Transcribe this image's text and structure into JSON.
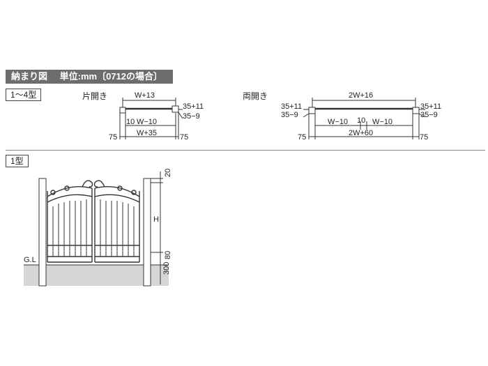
{
  "header": {
    "title": "納まり図",
    "unit": "単位:mm〔0712の場合〕"
  },
  "section_1_4": {
    "label": "1〜4型",
    "single": {
      "title": "片開き",
      "dims": {
        "top": "W+13",
        "right1": "35+11",
        "right2": "35−9",
        "left_gap": "10",
        "inner": "W−10",
        "bottom": "W+35",
        "left_post": "75",
        "right_post": "75"
      }
    },
    "double": {
      "title": "両開き",
      "dims": {
        "top": "2W+16",
        "left1": "35+11",
        "left2": "35−9",
        "right1": "35+11",
        "right2": "35−9",
        "inner_left": "W−10",
        "gap": "10",
        "inner_right": "W−10",
        "bottom": "2W+60",
        "left_post": "75",
        "right_post": "75"
      }
    }
  },
  "section_1": {
    "label": "1型",
    "gl": "G.L",
    "dims": {
      "top": "20",
      "height": "H",
      "bottom": "80",
      "ground": "300"
    }
  }
}
